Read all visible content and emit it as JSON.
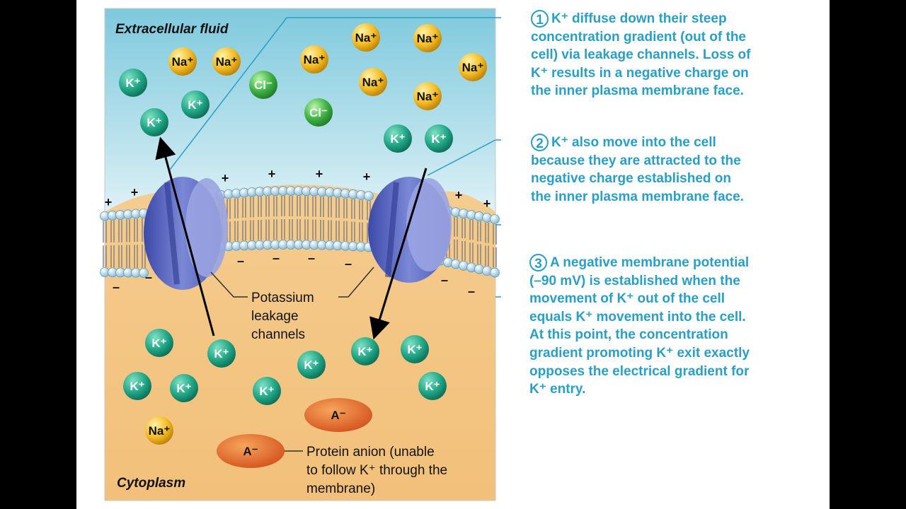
{
  "regions": {
    "extracellular": "Extracellular fluid",
    "cytoplasm": "Cytoplasm"
  },
  "labels": {
    "potassium_channels": [
      "Potassium",
      "leakage",
      "channels"
    ],
    "protein_anion": [
      "Protein anion (unable",
      "to follow K⁺ through the",
      "membrane)"
    ]
  },
  "ions": {
    "k": "K⁺",
    "na": "Na⁺",
    "cl": "Cl⁻",
    "a": "A⁻"
  },
  "charges": {
    "plus": "+",
    "minus": "–"
  },
  "steps": [
    {
      "number": "1",
      "lines": [
        "K⁺ diffuse down their steep",
        "concentration gradient (out of the",
        "cell) via leakage channels. Loss of",
        "K⁺ results in a negative charge on",
        "the inner plasma membrane face."
      ]
    },
    {
      "number": "2",
      "lines": [
        "K⁺ also move into the cell",
        "because they are attracted to the",
        "negative charge established on",
        "the inner plasma membrane face."
      ]
    },
    {
      "number": "3",
      "lines": [
        "A negative membrane potential",
        "(–90 mV) is established when the",
        "movement of K⁺ out of the cell",
        "equals K⁺ movement into the cell.",
        "At this point, the concentration",
        "gradient promoting K⁺ exit exactly",
        "opposes the electrical gradient for",
        "K⁺ entry."
      ]
    }
  ],
  "colors": {
    "step_text": "#2a9fc6",
    "k_ion": "#1a9a7a",
    "na_ion": "#f2b51c",
    "cl_ion": "#3cb043",
    "anion": "#e5672a",
    "channel": "#6272c8"
  }
}
